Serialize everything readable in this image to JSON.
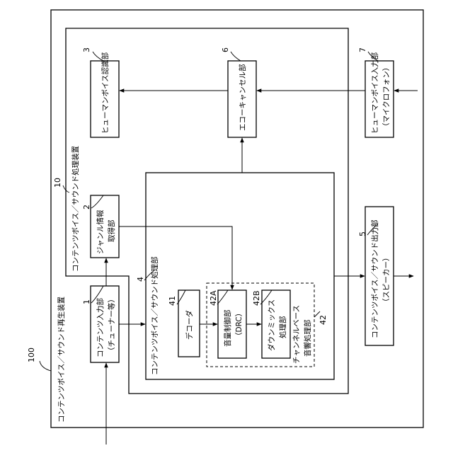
{
  "device_100": {
    "label": "コンテンツボイス／サウンド再生装置",
    "ref": "100"
  },
  "device_10": {
    "label": "コンテンツボイス／サウンド処理装置",
    "ref": "10"
  },
  "block_1": {
    "line1": "コンテンツ入力部",
    "line2": "（チューナー等）",
    "ref": "1"
  },
  "block_2": {
    "line1": "ジャンル情報",
    "line2": "取得部",
    "ref": "2"
  },
  "block_3": {
    "label": "ヒューマンボイス認識部",
    "ref": "3"
  },
  "block_4": {
    "label": "コンテンツボイス／サウンド処理部",
    "ref": "4"
  },
  "block_41": {
    "label": "デコーダ",
    "ref": "41"
  },
  "block_42": {
    "line1": "チャンネルベース",
    "line2": "音響処理部",
    "ref": "42"
  },
  "block_42A": {
    "line1": "音量制御部",
    "line2": "（DRC）",
    "ref": "42A"
  },
  "block_42B": {
    "line1": "ダウンミックス",
    "line2": "処理部",
    "ref": "42B"
  },
  "block_5": {
    "line1": "コンテンツボイス／サウンド出力部",
    "line2": "（スピーカー）",
    "ref": "5"
  },
  "block_6": {
    "label": "エコーキャンセル部",
    "ref": "6"
  },
  "block_7": {
    "line1": "ヒューマンボイス入力部",
    "line2": "（マイクロフォン）",
    "ref": "7"
  }
}
